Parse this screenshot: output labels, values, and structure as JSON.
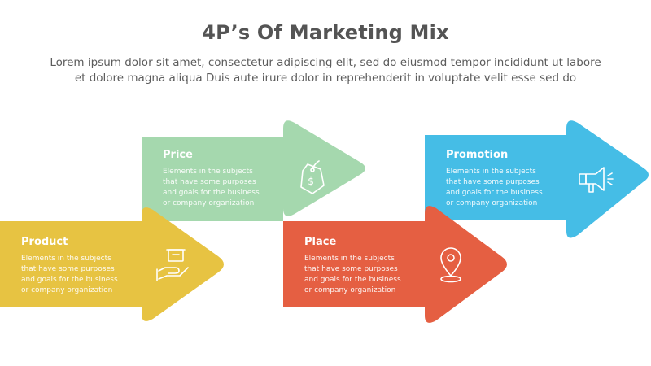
{
  "header": {
    "title": "4P’s Of Marketing Mix",
    "subtitle_line1": "Lorem ipsum dolor sit amet, consectetur adipiscing elit, sed do eiusmod tempor incididunt ut labore",
    "subtitle_line2": "et dolore magna aliqua Duis aute irure dolor in reprehenderit in voluptate velit esse sed do"
  },
  "steps": [
    {
      "id": "product",
      "title": "Product",
      "desc": [
        "Elements in the subjects",
        "that have some purposes",
        "and goals for the business",
        "or company organization"
      ],
      "color": "#e7c342",
      "icon": "hand-box-icon"
    },
    {
      "id": "price",
      "title": "Price",
      "desc": [
        "Elements in the subjects",
        "that have some purposes",
        "and goals for the business",
        "or company organization"
      ],
      "color": "#a5d8ae",
      "icon": "price-tag-icon"
    },
    {
      "id": "place",
      "title": "Place",
      "desc": [
        "Elements in the subjects",
        "that have some purposes",
        "and goals for the business",
        "or company organization"
      ],
      "color": "#e55f42",
      "icon": "location-pin-icon"
    },
    {
      "id": "promotion",
      "title": "Promotion",
      "desc": [
        "Elements in the subjects",
        "that have some purposes",
        "and goals for the business",
        "or company organization"
      ],
      "color": "#45bde6",
      "icon": "megaphone-icon"
    }
  ]
}
